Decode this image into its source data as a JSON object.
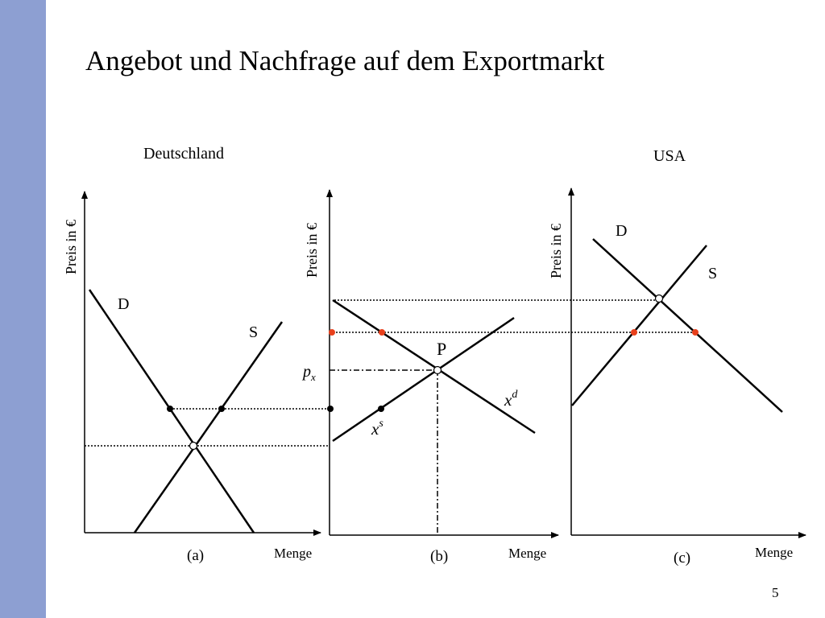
{
  "slide": {
    "title": "Angebot und Nachfrage auf dem Exportmarkt",
    "page_number": "5",
    "accent_color": "#8d9fd2"
  },
  "diagram": {
    "colors": {
      "line": "#000000",
      "highlight_point": "#e8401c"
    },
    "panel_a": {
      "country": "Deutschland",
      "y_axis": "Preis in €",
      "x_axis": "Menge",
      "caption": "(a)",
      "demand_label": "D",
      "supply_label": "S"
    },
    "panel_b": {
      "y_axis": "Preis in €",
      "x_axis": "Menge",
      "caption": "(b)",
      "equilibrium_label": "P",
      "price_label": "p",
      "price_sub": "x",
      "demand_label": "x",
      "demand_sup": "d",
      "supply_label": "x",
      "supply_sup": "s"
    },
    "panel_c": {
      "country": "USA",
      "y_axis": "Preis in €",
      "x_axis": "Menge",
      "caption": "(c)",
      "demand_label": "D",
      "supply_label": "S"
    }
  }
}
